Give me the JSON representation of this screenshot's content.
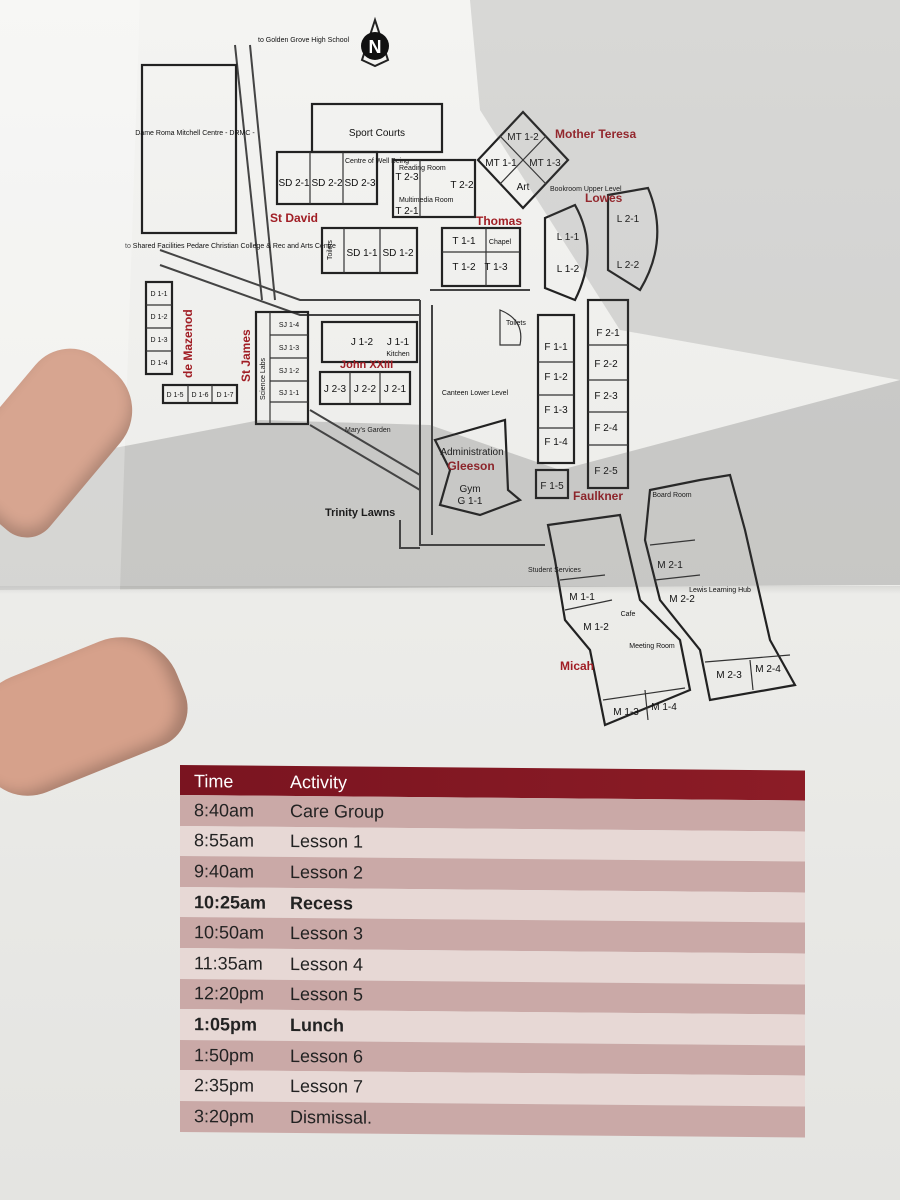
{
  "map": {
    "compass": "N",
    "offsite": {
      "golden_grove": "to Golden Grove High School",
      "shared": "to Shared Facilities Pedare Christian College & Rec and Arts Centre"
    },
    "buildings": {
      "drmc": "Dame Roma Mitchell Centre - DRMC -",
      "sport_courts": "Sport Courts",
      "wellbeing": "Centre of Well Being",
      "st_david": "St David",
      "thomas": "Thomas",
      "mother_teresa": "Mother Teresa",
      "lowes": "Lowes",
      "de_mazenod": "de Mazenod",
      "st_james": "St James",
      "science_labs": "Science Labs",
      "john": "John XXIII",
      "marys_garden": "Mary's Garden",
      "administration": "Administration",
      "gleeson": "Gleeson",
      "gym": "Gym",
      "faulkner": "Faulkner",
      "trinity": "Trinity Lawns",
      "micah": "Micah",
      "student_services": "Student Services",
      "lewis": "Lewis Learning Hub",
      "board_room": "Board Room",
      "cafe": "Cafe",
      "meeting_room": "Meeting Room",
      "canteen": "Canteen Lower Level",
      "bookroom": "Bookroom Upper Level",
      "chapel": "Chapel",
      "toilets": "Toilets",
      "reading_room": "Reading Room",
      "multimedia": "Multimedia Room",
      "art": "Art",
      "kitchen": "Kitchen"
    },
    "rooms": {
      "sd": [
        "SD 2-1",
        "SD 2-2",
        "SD 2-3",
        "SD 1-1",
        "SD 1-2"
      ],
      "t": [
        "T 2-3",
        "T 2-1",
        "T 2-2",
        "T 1-1",
        "T 1-2",
        "T 1-3"
      ],
      "mt": [
        "MT 1-2",
        "MT 1-1",
        "MT 1-3"
      ],
      "l": [
        "L 1-1",
        "L 1-2",
        "L 2-1",
        "L 2-2"
      ],
      "d": [
        "D 1-1",
        "D 1-2",
        "D 1-3",
        "D 1-4",
        "D 1-5",
        "D 1-6",
        "D 1-7"
      ],
      "sj": [
        "SJ 1-4",
        "SJ 1-3",
        "SJ 1-2",
        "SJ 1-1"
      ],
      "j": [
        "J 1-2",
        "J 1-1",
        "J 2-3",
        "J 2-2",
        "J 2-1"
      ],
      "f": [
        "F 1-1",
        "F 1-2",
        "F 1-3",
        "F 1-4",
        "F 1-5",
        "F 2-1",
        "F 2-2",
        "F 2-3",
        "F 2-4",
        "F 2-5"
      ],
      "g": [
        "G 1-1"
      ],
      "m": [
        "M 1-1",
        "M 1-2",
        "M 1-3",
        "M 1-4",
        "M 2-1",
        "M 2-2",
        "M 2-3",
        "M 2-4"
      ]
    }
  },
  "timetable": {
    "headers": {
      "time": "Time",
      "activity": "Activity"
    },
    "rows": [
      {
        "time": "8:40am",
        "activity": "Care Group"
      },
      {
        "time": "8:55am",
        "activity": "Lesson 1"
      },
      {
        "time": "9:40am",
        "activity": "Lesson 2"
      },
      {
        "time": "10:25am",
        "activity": "Recess"
      },
      {
        "time": "10:50am",
        "activity": "Lesson 3"
      },
      {
        "time": "11:35am",
        "activity": "Lesson 4"
      },
      {
        "time": "12:20pm",
        "activity": "Lesson 5"
      },
      {
        "time": "1:05pm",
        "activity": "Lunch"
      },
      {
        "time": "1:50pm",
        "activity": "Lesson 6"
      },
      {
        "time": "2:35pm",
        "activity": "Lesson 7"
      },
      {
        "time": "3:20pm",
        "activity": "Dismissal."
      }
    ]
  },
  "colors": {
    "accent": "#a01d24",
    "header": "#7a1420",
    "row_dark": "#caa9a7",
    "row_light": "#e7d8d5"
  }
}
